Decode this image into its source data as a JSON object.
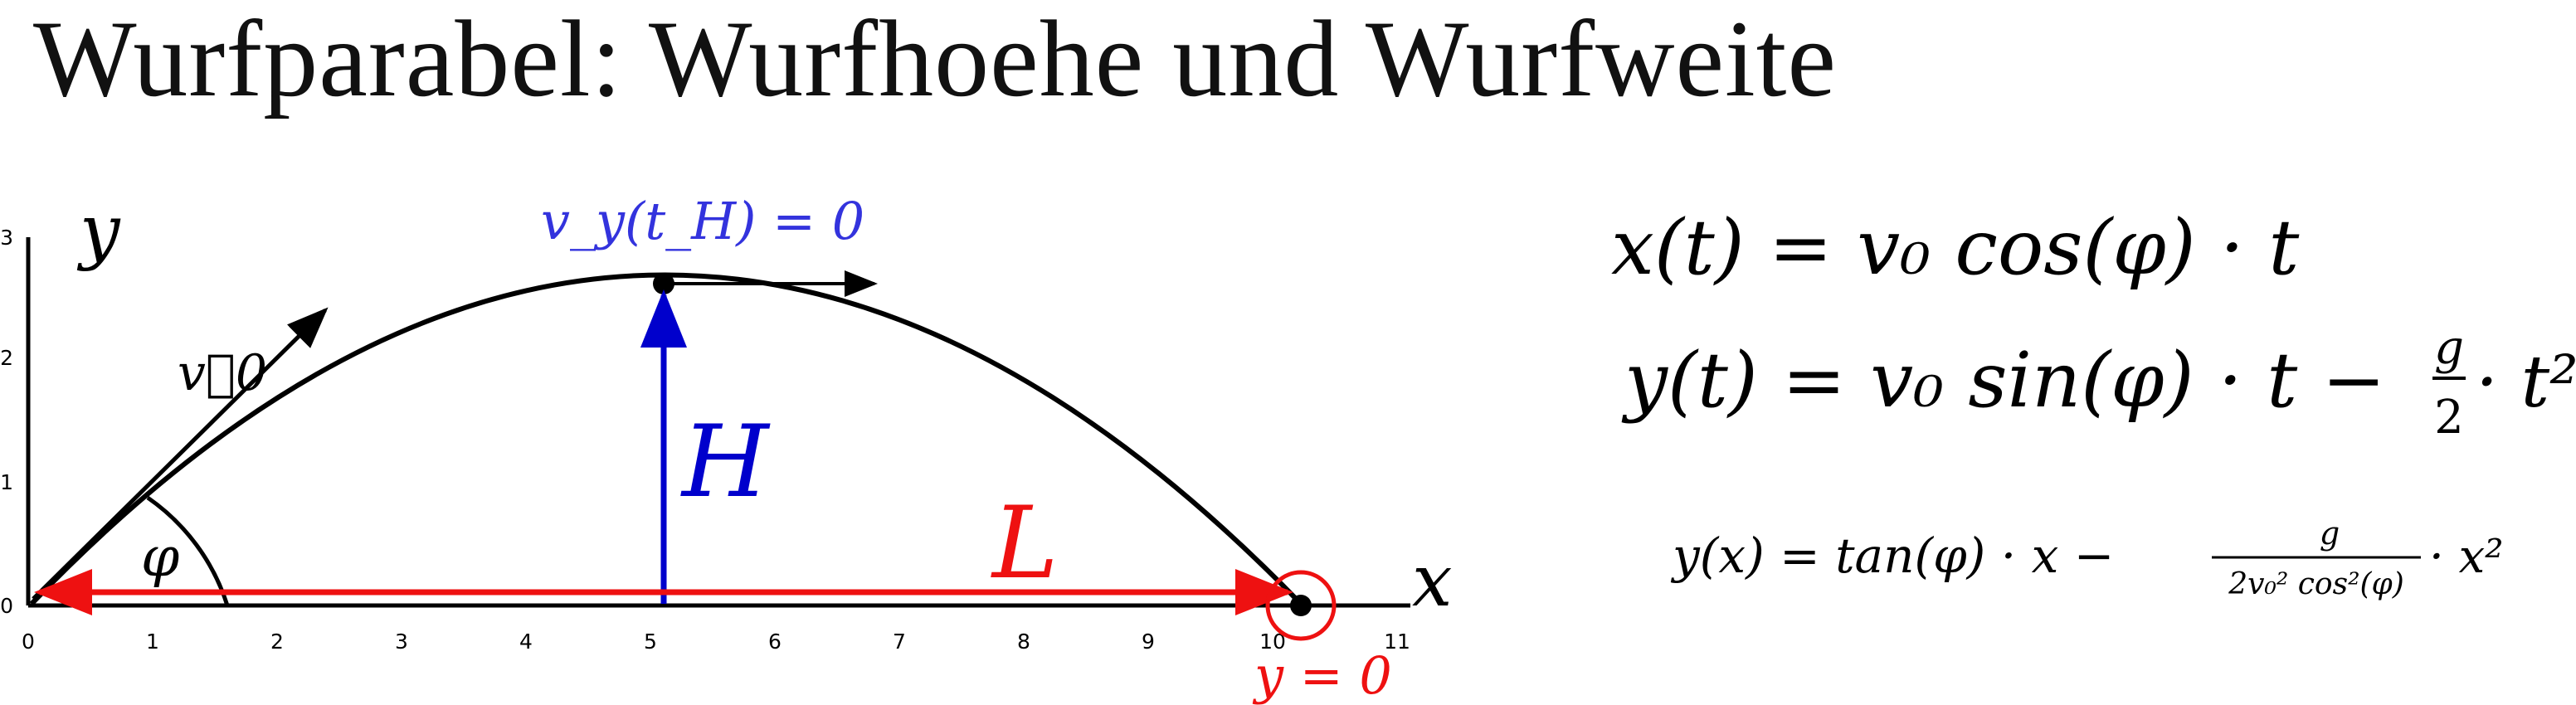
{
  "title": "Wurfparabel: Wurfhoehe und Wurfweite",
  "axes": {
    "x_label": "x",
    "y_label": "y",
    "x_ticks": [
      "0",
      "1",
      "2",
      "3",
      "4",
      "5",
      "6",
      "7",
      "8",
      "9",
      "10",
      "11"
    ],
    "y_ticks": [
      "0",
      "1",
      "2",
      "3"
    ]
  },
  "labels": {
    "v0": "v⃗0",
    "angle": "φ",
    "height": "H",
    "range": "L",
    "apex_condition": "v_y(t_H) = 0",
    "landing_condition": "y = 0"
  },
  "equations": {
    "x_t": "x(t) = v₀ cos(φ) · t",
    "y_t_lhs": "y(t) = v₀ sin(φ) · t −",
    "y_t_frac_num": "g",
    "y_t_frac_den": "2",
    "y_t_tail": "· t²",
    "y_x_lhs": "y(x) = tan(φ) · x −",
    "y_x_frac_num": "g",
    "y_x_frac_den": "2v₀² cos²(φ)",
    "y_x_tail": "· x²"
  },
  "colors": {
    "ink": "#000000",
    "height_blue": "#0000cc",
    "apex_blue": "#3333dd",
    "range_red": "#ee1111"
  }
}
